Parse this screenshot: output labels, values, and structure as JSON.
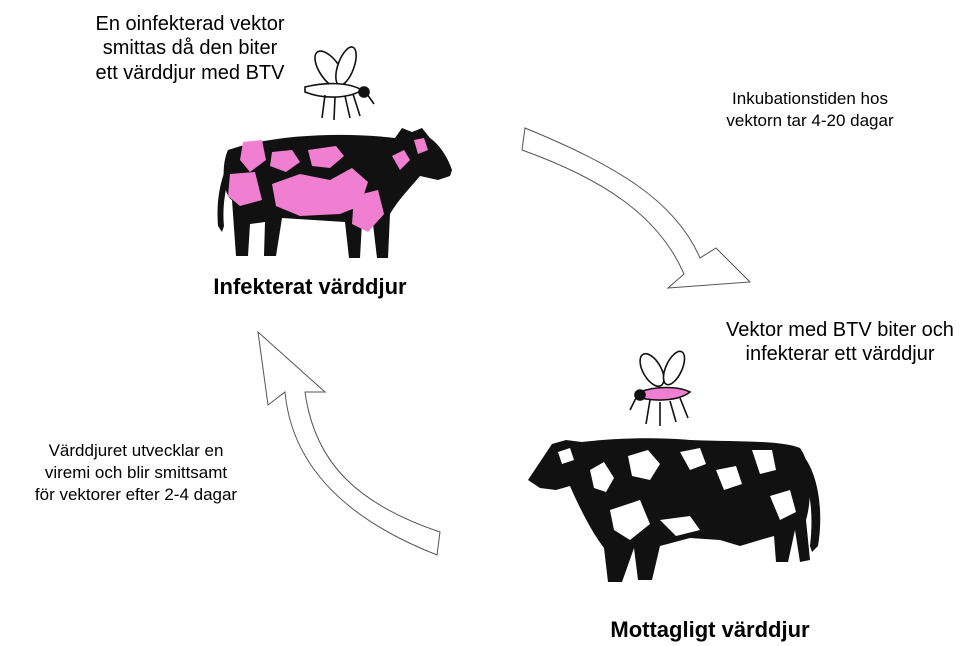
{
  "texts": {
    "top_note": [
      "En oinfekterad vektor",
      "smittas då den biter",
      "ett värddjur med BTV"
    ],
    "incubation": [
      "Inkubationstiden hos",
      "vektorn tar 4-20 dagar"
    ],
    "vector_bites": [
      "Vektor med BTV biter och",
      "infekterar ett värddjur"
    ],
    "viremia": [
      "Värddjuret utvecklar en",
      "viremi och blir smittsamt",
      "för vektorer efter 2-4 dagar"
    ]
  },
  "labels": {
    "infected": "Infekterat värddjur",
    "susceptible": "Mottagligt värddjur"
  },
  "colors": {
    "infected_spots": "#f07fd2",
    "cow_body": "#111111",
    "susceptible_spots": "#ffffff",
    "arrow_stroke": "#555555"
  }
}
